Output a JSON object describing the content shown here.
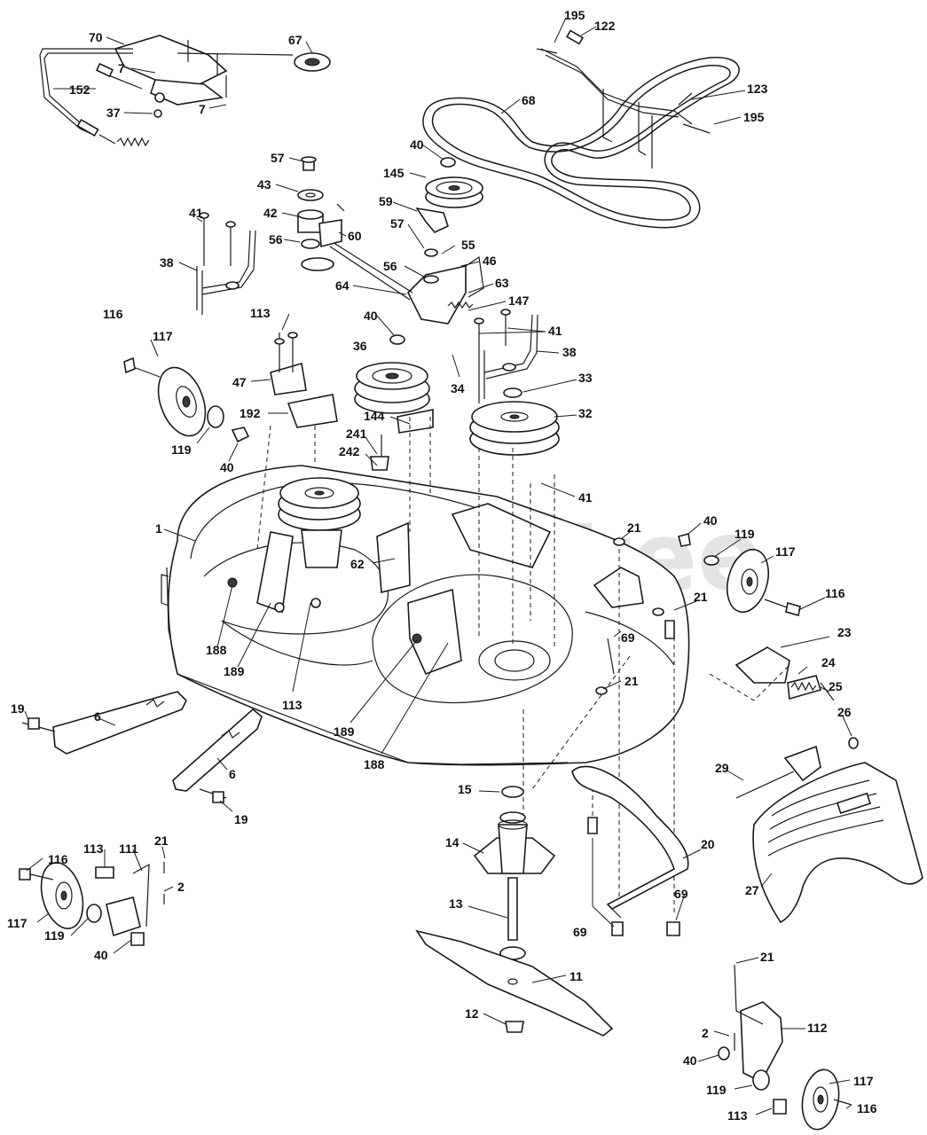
{
  "diagram": {
    "watermark": "PartsTree",
    "callouts": [
      {
        "id": "c70",
        "text": "70"
      },
      {
        "id": "c67",
        "text": "67"
      },
      {
        "id": "c7a",
        "text": "7"
      },
      {
        "id": "c7b",
        "text": "7"
      },
      {
        "id": "c152",
        "text": "152"
      },
      {
        "id": "c37",
        "text": "37"
      },
      {
        "id": "c195a",
        "text": "195"
      },
      {
        "id": "c122",
        "text": "122"
      },
      {
        "id": "c68",
        "text": "68"
      },
      {
        "id": "c123",
        "text": "123"
      },
      {
        "id": "c195b",
        "text": "195"
      },
      {
        "id": "c40a",
        "text": "40"
      },
      {
        "id": "c145",
        "text": "145"
      },
      {
        "id": "c59",
        "text": "59"
      },
      {
        "id": "c57a",
        "text": "57"
      },
      {
        "id": "c43",
        "text": "43"
      },
      {
        "id": "c42",
        "text": "42"
      },
      {
        "id": "c56a",
        "text": "56"
      },
      {
        "id": "c60",
        "text": "60"
      },
      {
        "id": "c41a",
        "text": "41"
      },
      {
        "id": "c38a",
        "text": "38"
      },
      {
        "id": "c57b",
        "text": "57"
      },
      {
        "id": "c55",
        "text": "55"
      },
      {
        "id": "c56b",
        "text": "56"
      },
      {
        "id": "c46",
        "text": "46"
      },
      {
        "id": "c64",
        "text": "64"
      },
      {
        "id": "c63",
        "text": "63"
      },
      {
        "id": "c147",
        "text": "147"
      },
      {
        "id": "c41b",
        "text": "41"
      },
      {
        "id": "c38b",
        "text": "38"
      },
      {
        "id": "c116a",
        "text": "116"
      },
      {
        "id": "c117a",
        "text": "117"
      },
      {
        "id": "c113a",
        "text": "113"
      },
      {
        "id": "c40b",
        "text": "40"
      },
      {
        "id": "c36",
        "text": "36"
      },
      {
        "id": "c34",
        "text": "34"
      },
      {
        "id": "c33",
        "text": "33"
      },
      {
        "id": "c47",
        "text": "47"
      },
      {
        "id": "c32",
        "text": "32"
      },
      {
        "id": "c192",
        "text": "192"
      },
      {
        "id": "c144",
        "text": "144"
      },
      {
        "id": "c119a",
        "text": "119"
      },
      {
        "id": "c40c",
        "text": "40"
      },
      {
        "id": "c241",
        "text": "241"
      },
      {
        "id": "c242",
        "text": "242"
      },
      {
        "id": "c41c",
        "text": "41"
      },
      {
        "id": "c1",
        "text": "1"
      },
      {
        "id": "c21a",
        "text": "21"
      },
      {
        "id": "c40d",
        "text": "40"
      },
      {
        "id": "c119b",
        "text": "119"
      },
      {
        "id": "c117b",
        "text": "117"
      },
      {
        "id": "c62",
        "text": "62"
      },
      {
        "id": "c116b",
        "text": "116"
      },
      {
        "id": "c21b",
        "text": "21"
      },
      {
        "id": "c69a",
        "text": "69"
      },
      {
        "id": "c23",
        "text": "23"
      },
      {
        "id": "c188a",
        "text": "188"
      },
      {
        "id": "c189a",
        "text": "189"
      },
      {
        "id": "c24",
        "text": "24"
      },
      {
        "id": "c113b",
        "text": "113"
      },
      {
        "id": "c21c",
        "text": "21"
      },
      {
        "id": "c25",
        "text": "25"
      },
      {
        "id": "c26",
        "text": "26"
      },
      {
        "id": "c6a",
        "text": "6"
      },
      {
        "id": "c19a",
        "text": "19"
      },
      {
        "id": "c189b",
        "text": "189"
      },
      {
        "id": "c188b",
        "text": "188"
      },
      {
        "id": "c29",
        "text": "29"
      },
      {
        "id": "c6b",
        "text": "6"
      },
      {
        "id": "c19b",
        "text": "19"
      },
      {
        "id": "c15",
        "text": "15"
      },
      {
        "id": "c14",
        "text": "14"
      },
      {
        "id": "c20",
        "text": "20"
      },
      {
        "id": "c21d",
        "text": "21"
      },
      {
        "id": "c116c",
        "text": "116"
      },
      {
        "id": "c113c",
        "text": "113"
      },
      {
        "id": "c111",
        "text": "111"
      },
      {
        "id": "c2a",
        "text": "2"
      },
      {
        "id": "c27",
        "text": "27"
      },
      {
        "id": "c69b",
        "text": "69"
      },
      {
        "id": "c117c",
        "text": "117"
      },
      {
        "id": "c119c",
        "text": "119"
      },
      {
        "id": "c13",
        "text": "13"
      },
      {
        "id": "c69c",
        "text": "69"
      },
      {
        "id": "c40e",
        "text": "40"
      },
      {
        "id": "c11",
        "text": "11"
      },
      {
        "id": "c21e",
        "text": "21"
      },
      {
        "id": "c12",
        "text": "12"
      },
      {
        "id": "c2b",
        "text": "2"
      },
      {
        "id": "c112",
        "text": "112"
      },
      {
        "id": "c40f",
        "text": "40"
      },
      {
        "id": "c117d",
        "text": "117"
      },
      {
        "id": "c119d",
        "text": "119"
      },
      {
        "id": "c113d",
        "text": "113"
      },
      {
        "id": "c116d",
        "text": "116"
      }
    ]
  }
}
